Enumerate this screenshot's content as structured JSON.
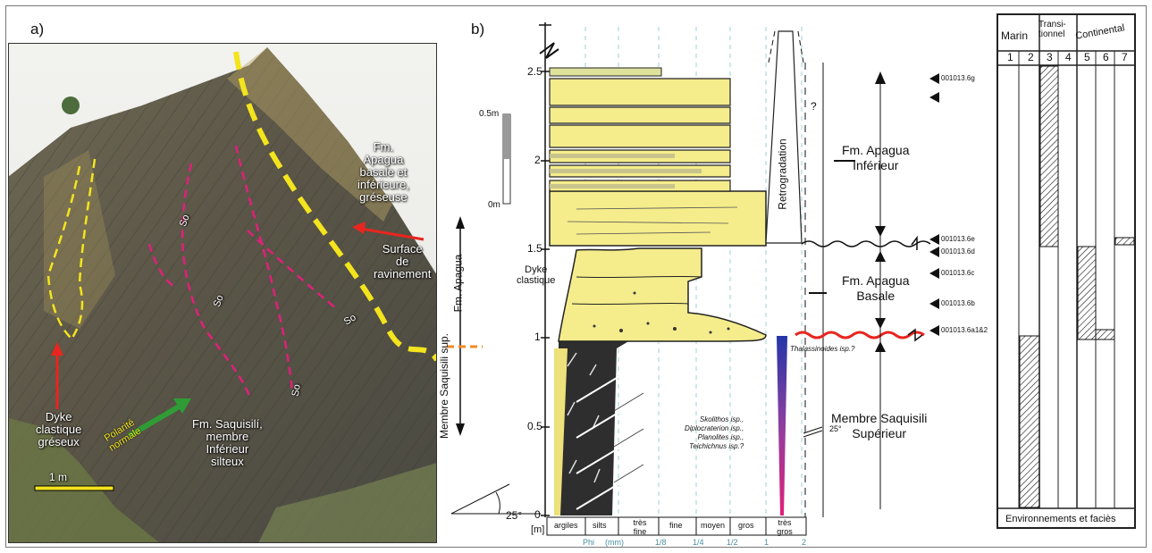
{
  "panel_a": {
    "label": "a)",
    "fm_apagua": [
      "Fm.",
      "Apagua",
      "basale et",
      "inférieure,",
      "gréseuse"
    ],
    "surface": [
      "Surface",
      "de",
      "ravinement"
    ],
    "dyke": [
      "Dyke",
      "clastique",
      "gréseux"
    ],
    "saquisili": [
      "Fm. Saquisilí,",
      "membre",
      "Inférieur",
      "silteux"
    ],
    "polarity": [
      "Polarité",
      "normale"
    ],
    "so": "So",
    "scale": "1 m"
  },
  "panel_b": {
    "label": "b)",
    "depth_ticks": [
      "2.5",
      "2",
      "1.5",
      "1",
      "0.5",
      "0"
    ],
    "depth_unit": "[m]",
    "scale_bar": [
      "0.5m",
      "0m"
    ],
    "grain": [
      "argiles",
      "silts",
      "très fine",
      "fine",
      "moyen",
      "gros",
      "très gros"
    ],
    "phi_label": "Phi",
    "mm_label": "(mm)",
    "phi_vals": [
      "1/8",
      "1/4",
      "1/2",
      "1",
      "2"
    ],
    "fm_apagua_arrow": "Fm. Apagua",
    "membre_arrow": "Membre Saquisili sup.",
    "dyke": [
      "Dyke",
      "clastique"
    ],
    "retro": "Retrogradation",
    "q": "?",
    "angle": "25°",
    "angle2": "25°",
    "unit_inf": [
      "Fm. Apagua",
      "Inférieur"
    ],
    "unit_bas": [
      "Fm. Apagua",
      "Basale"
    ],
    "unit_sup": [
      "Membre Saquisili",
      "Supérieur"
    ],
    "thal": "Thalassinoides isp.?",
    "ichno": [
      "Skolithos isp.,",
      "Diplocraterion isp.,",
      "Planolites isp.,",
      "Teichichnus isp.?"
    ],
    "samples": [
      "001013.6g",
      "001013.6e",
      "001013.6d",
      "001013.6c",
      "001013.6b",
      "001013.6a1&2"
    ]
  },
  "table": {
    "headers": [
      "Marin",
      "Transi-tionnel",
      "Continental"
    ],
    "cols": [
      "1",
      "2",
      "3",
      "4",
      "5",
      "6",
      "7"
    ],
    "footer": "Environnements et faciès"
  },
  "colors": {
    "yellow": "#f5ec8c",
    "dark": "#2e2e2e",
    "red": "#e8251f",
    "orange": "#f08a24",
    "magenta": "#e0207a"
  }
}
